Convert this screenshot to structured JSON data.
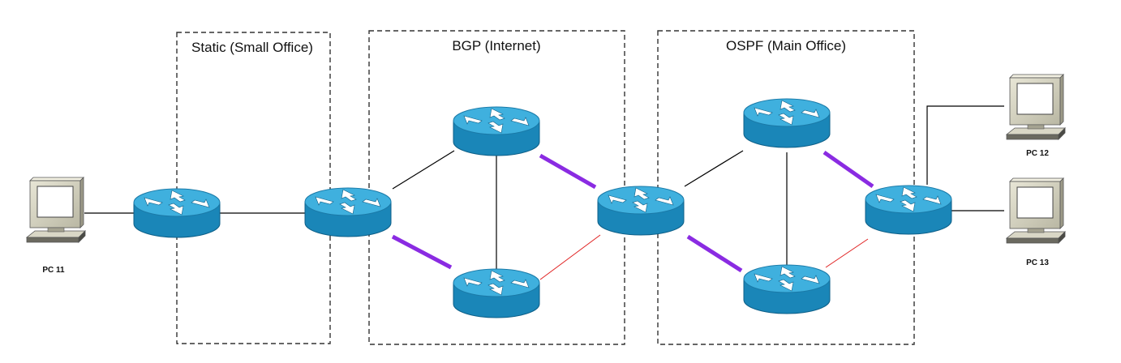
{
  "zones": [
    {
      "id": "static",
      "label": "Static (Small Office)"
    },
    {
      "id": "bgp",
      "label": "BGP (Internet)"
    },
    {
      "id": "ospf",
      "label": "OSPF (Main Office)"
    }
  ],
  "pcs": [
    {
      "id": "pc11",
      "label": "PC 11"
    },
    {
      "id": "pc12",
      "label": "PC 12"
    },
    {
      "id": "pc13",
      "label": "PC 13"
    }
  ],
  "colors": {
    "router_top": "#3fb0de",
    "router_side": "#1a86b8",
    "link_normal": "#000000",
    "link_highlight": "#8a2be2",
    "link_alt": "#e02020",
    "zone_border": "#333333"
  }
}
